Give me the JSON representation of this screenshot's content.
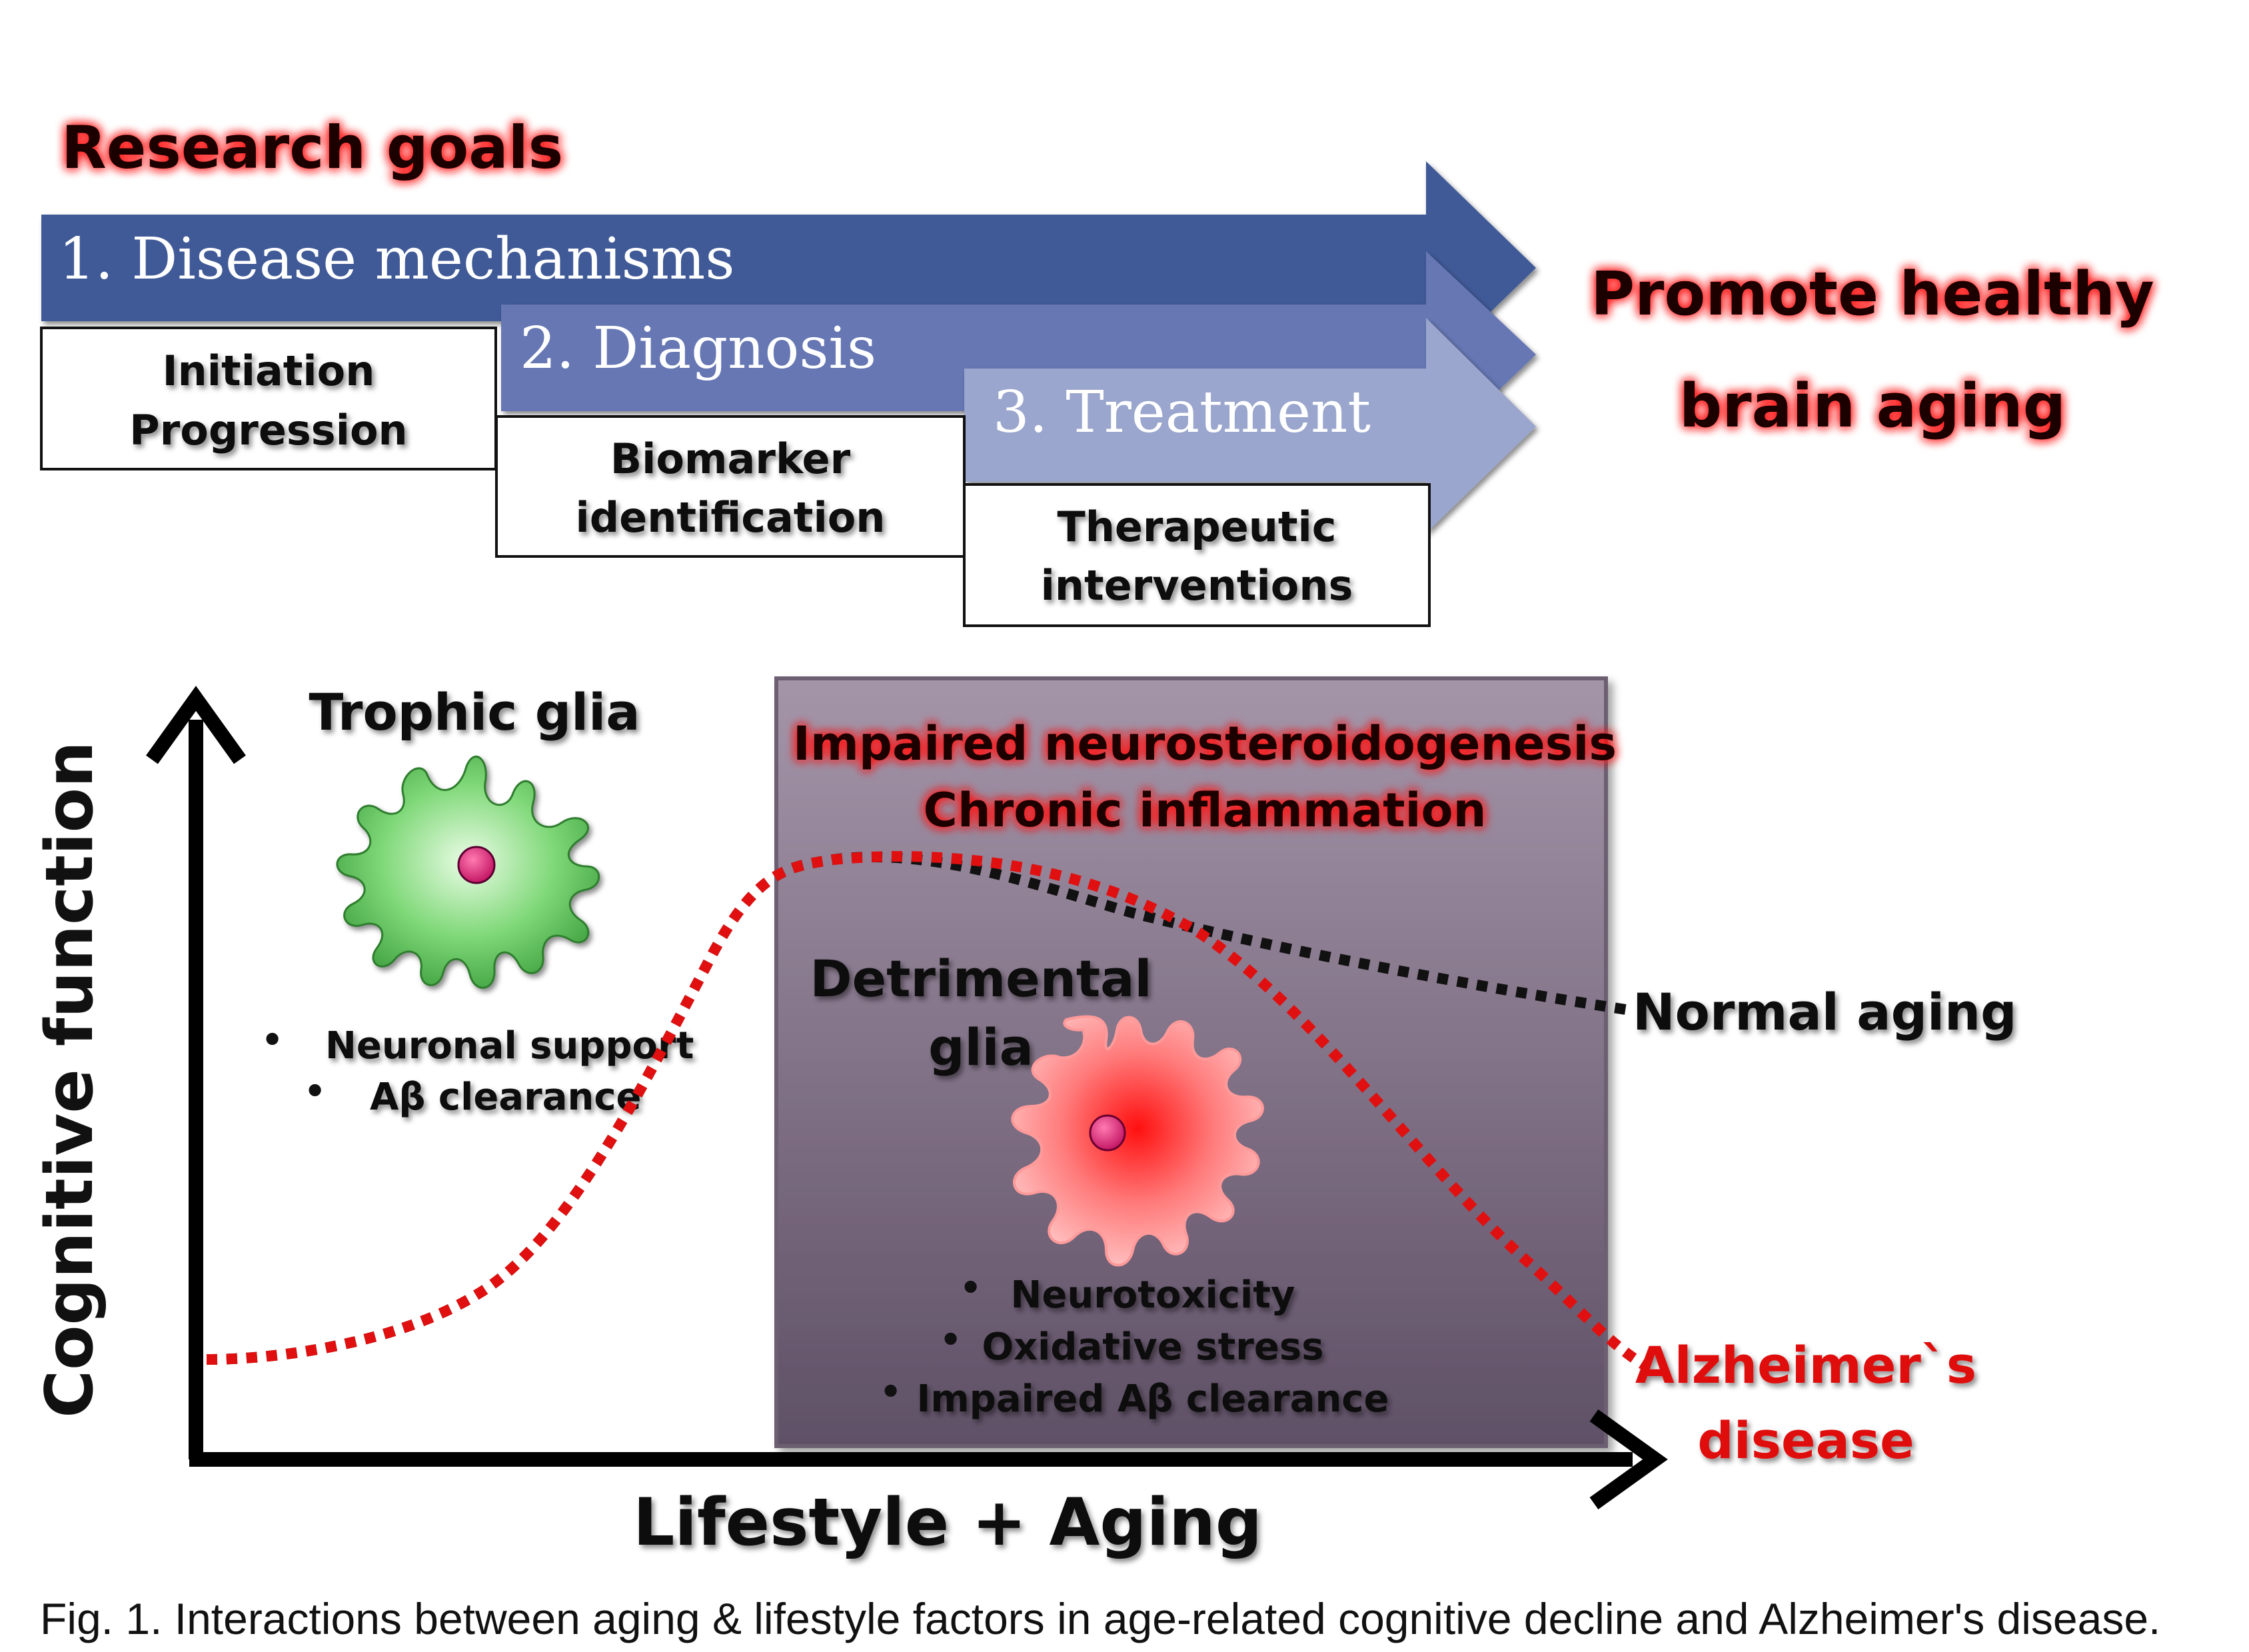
{
  "header": {
    "title": "Research goals",
    "goal": [
      "Promote healthy",
      "brain aging"
    ]
  },
  "arrows": [
    {
      "label": "1. Disease mechanisms",
      "box": [
        "Initiation",
        "Progression"
      ],
      "color": "#3f5a98"
    },
    {
      "label": "2. Diagnosis",
      "box": [
        "Biomarker",
        "identification"
      ],
      "color": "#6677b4"
    },
    {
      "label": "3. Treatment",
      "box": [
        "Therapeutic",
        "interventions"
      ],
      "color": "#9aa6cd"
    }
  ],
  "graph": {
    "y_axis_label": "Cognitive function",
    "x_axis_label": "Lifestyle + Aging",
    "trophic": {
      "title": "Trophic glia",
      "bullets": [
        "Neuronal support",
        "Aβ clearance"
      ],
      "cell_color": "#5cc85c"
    },
    "box": {
      "headline": [
        "Impaired neurosteroidogenesis",
        "Chronic inflammation"
      ],
      "detrimental": [
        "Detrimental",
        "glia"
      ],
      "bullets": [
        "Neurotoxicity",
        "Oxidative stress",
        "Impaired Aβ clearance"
      ],
      "cell_color": "#ff3b3b"
    },
    "normal_label": "Normal aging",
    "ad_label": [
      "Alzheimer`s",
      "disease"
    ]
  },
  "caption": "Fig. 1. Interactions between aging & lifestyle factors in age-related cognitive decline and Alzheimer's disease.",
  "colors": {
    "accent_red": "#e01010",
    "glow_red": "#ff2020",
    "normal_curve": "#111111",
    "ad_curve": "#e01010",
    "box_fill_top": "#9e8ea3",
    "box_fill_bottom": "#5f5066"
  }
}
